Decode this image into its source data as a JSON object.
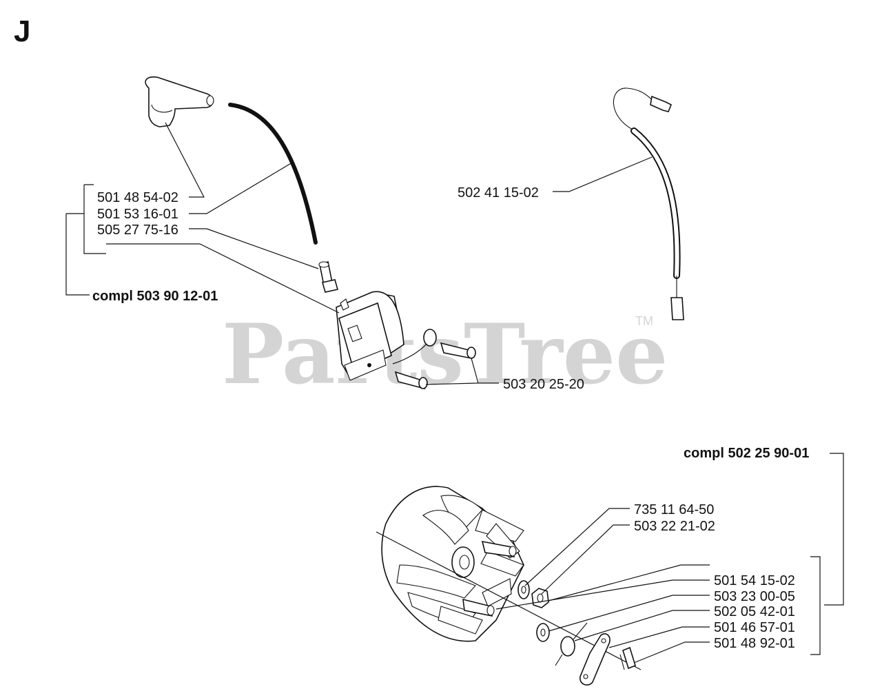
{
  "section_letter": "J",
  "watermark": {
    "text": "PartsTree",
    "tm": "TM"
  },
  "labels": {
    "p1": "501 48 54-02",
    "p2": "501 53 16-01",
    "p3": "505 27 75-16",
    "p4": "compl 503 90 12-01",
    "p5": "503 20 25-20",
    "p6": "502 41 15-02",
    "p7": "compl 502 25 90-01",
    "p8": "735 11 64-50",
    "p9": "503 22 21-02",
    "p10": "501 54 15-02",
    "p11": "503 23 00-05",
    "p12": "502 05 42-01",
    "p13": "501 46 57-01",
    "p14": "501 48 92-01"
  },
  "parts": [
    {
      "name": "spark-plug-cap",
      "icon": "spark-plug-cap-icon"
    },
    {
      "name": "ignition-lead",
      "icon": "ignition-cable-icon"
    },
    {
      "name": "contact-spring",
      "icon": "spring-contact-icon"
    },
    {
      "name": "ignition-module",
      "icon": "ignition-coil-icon"
    },
    {
      "name": "screws",
      "icon": "screw-icon"
    },
    {
      "name": "short-circuit-cable",
      "icon": "cable-terminal-icon"
    },
    {
      "name": "flywheel",
      "icon": "flywheel-icon"
    },
    {
      "name": "washer",
      "icon": "washer-icon"
    },
    {
      "name": "nut",
      "icon": "nut-icon"
    },
    {
      "name": "pawl-spring",
      "icon": "coil-spring-icon"
    },
    {
      "name": "pawl",
      "icon": "pawl-icon"
    },
    {
      "name": "bushing",
      "icon": "bushing-icon"
    }
  ]
}
